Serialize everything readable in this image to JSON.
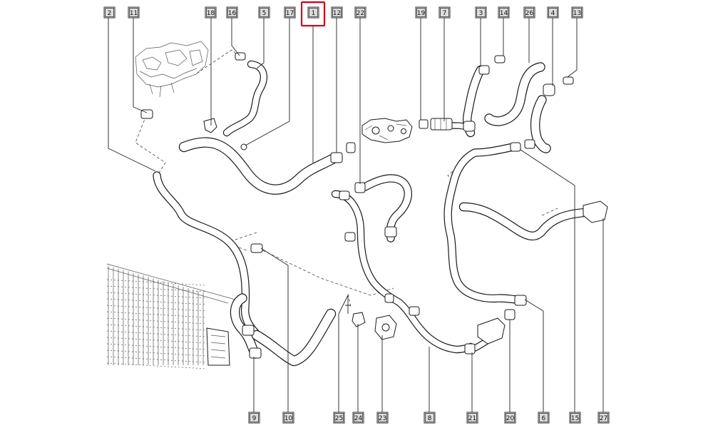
{
  "highlight_color": "#d0021b",
  "callouts": [
    {
      "id": "c2",
      "label": "2"
    },
    {
      "id": "c11",
      "label": "11"
    },
    {
      "id": "c18",
      "label": "18"
    },
    {
      "id": "c16",
      "label": "16"
    },
    {
      "id": "c5",
      "label": "5"
    },
    {
      "id": "c17",
      "label": "17"
    },
    {
      "id": "c1",
      "label": "1",
      "highlighted": true
    },
    {
      "id": "c12",
      "label": "12"
    },
    {
      "id": "c22",
      "label": "22"
    },
    {
      "id": "c19",
      "label": "19"
    },
    {
      "id": "c7",
      "label": "7"
    },
    {
      "id": "c3",
      "label": "3"
    },
    {
      "id": "c14",
      "label": "14"
    },
    {
      "id": "c26",
      "label": "26"
    },
    {
      "id": "c4",
      "label": "4"
    },
    {
      "id": "c13",
      "label": "13"
    },
    {
      "id": "c9",
      "label": "9"
    },
    {
      "id": "c10",
      "label": "10"
    },
    {
      "id": "c25",
      "label": "25"
    },
    {
      "id": "c24",
      "label": "24"
    },
    {
      "id": "c23",
      "label": "23"
    },
    {
      "id": "c8",
      "label": "8"
    },
    {
      "id": "c21",
      "label": "21"
    },
    {
      "id": "c20",
      "label": "20"
    },
    {
      "id": "c6",
      "label": "6"
    },
    {
      "id": "c15",
      "label": "15"
    },
    {
      "id": "c27",
      "label": "27"
    }
  ]
}
